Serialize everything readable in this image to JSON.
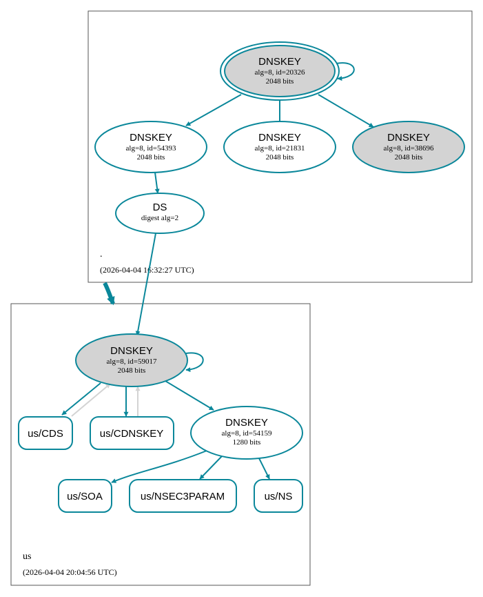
{
  "colors": {
    "edge": "#0a879a",
    "edge_grey": "#d3d3d3",
    "node_fill_signing": "#d3d3d3",
    "node_fill_plain": "#ffffff",
    "zone_border": "#555555"
  },
  "zones": {
    "root": {
      "name": ".",
      "timestamp": "(2026-04-04 16:32:27 UTC)"
    },
    "us": {
      "name": "us",
      "timestamp": "(2026-04-04 20:04:56 UTC)"
    }
  },
  "nodes": {
    "root_ksk": {
      "title": "DNSKEY",
      "line1": "alg=8, id=20326",
      "line2": "2048 bits"
    },
    "root_zsk_54393": {
      "title": "DNSKEY",
      "line1": "alg=8, id=54393",
      "line2": "2048 bits"
    },
    "root_zsk_21831": {
      "title": "DNSKEY",
      "line1": "alg=8, id=21831",
      "line2": "2048 bits"
    },
    "root_key_38696": {
      "title": "DNSKEY",
      "line1": "alg=8, id=38696",
      "line2": "2048 bits"
    },
    "ds": {
      "title": "DS",
      "line1": "digest alg=2"
    },
    "us_ksk": {
      "title": "DNSKEY",
      "line1": "alg=8, id=59017",
      "line2": "2048 bits"
    },
    "us_zsk": {
      "title": "DNSKEY",
      "line1": "alg=8, id=54159",
      "line2": "1280 bits"
    },
    "us_cds": {
      "label": "us/CDS"
    },
    "us_cdnskey": {
      "label": "us/CDNSKEY"
    },
    "us_soa": {
      "label": "us/SOA"
    },
    "us_nsec3param": {
      "label": "us/NSEC3PARAM"
    },
    "us_ns": {
      "label": "us/NS"
    }
  }
}
